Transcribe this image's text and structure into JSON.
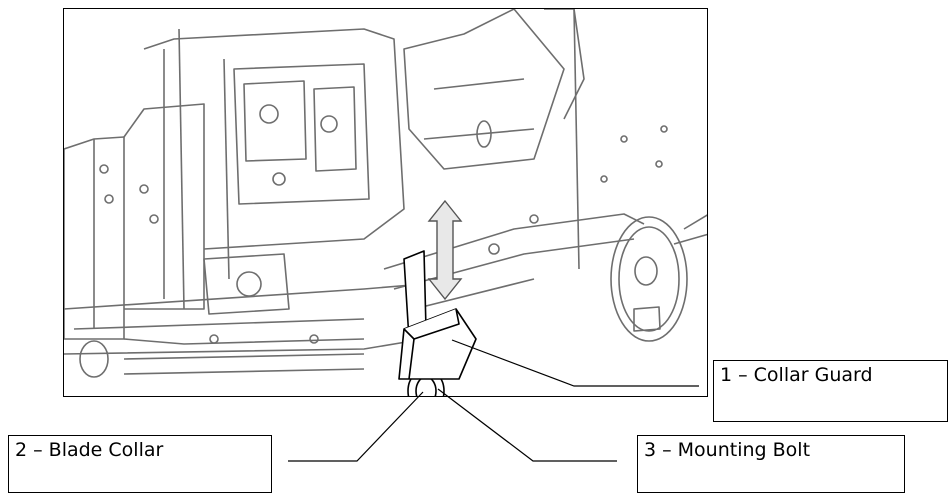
{
  "callouts": {
    "collar_guard": "1 – Collar Guard",
    "blade_collar": "2 – Blade Collar",
    "mounting_bolt": "3 – Mounting Bolt"
  },
  "colors": {
    "line_art": "#6e6e6e",
    "leader": "#000000",
    "arrow_fill": "#e8e8e8"
  }
}
